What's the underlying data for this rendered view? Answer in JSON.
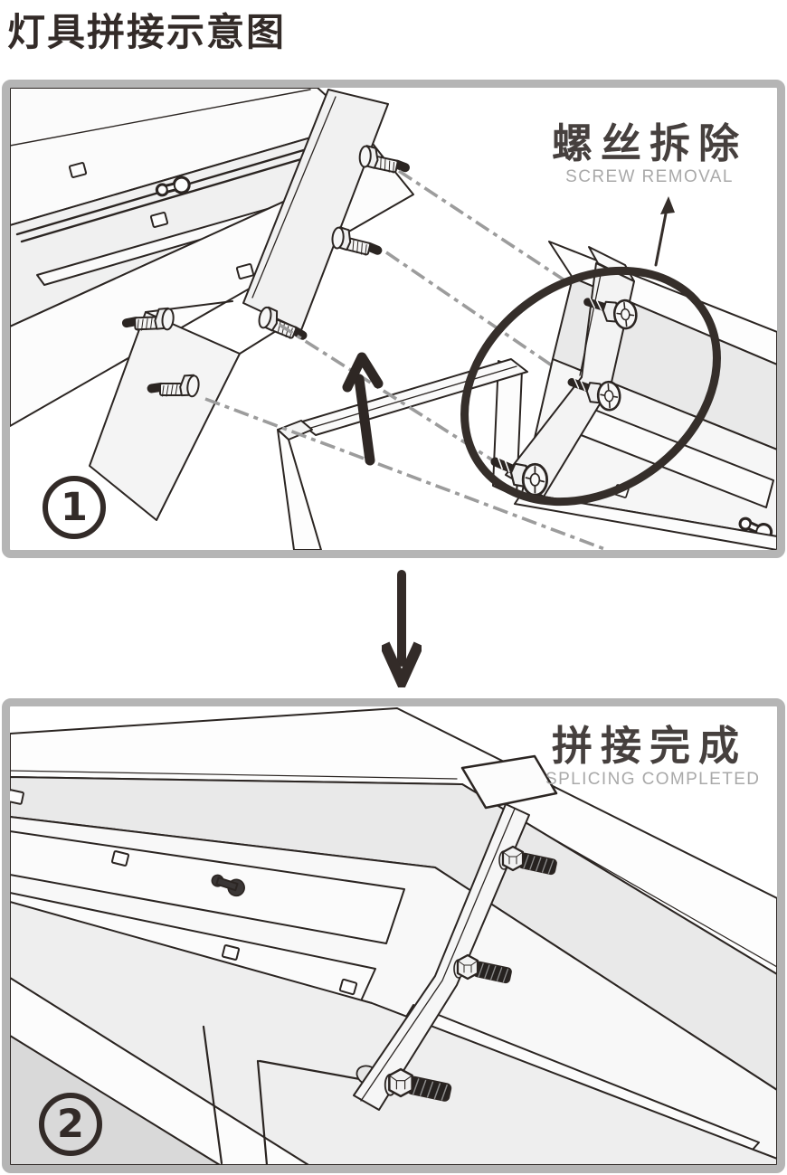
{
  "title": "灯具拼接示意图",
  "colors": {
    "ink": "#2b2522",
    "accent_dark": "#332b28",
    "label_zh": "#46403e",
    "label_en": "#a9a9a9",
    "dash_guide": "#9c9c9c",
    "panel_border": "#b5b5b5",
    "wall_shade": "#e9e9e9"
  },
  "flow": {
    "between_panels_icon": "down-arrow"
  },
  "panels": [
    {
      "step_number": "1",
      "label_zh": "螺丝拆除",
      "label_en": "SCREW REMOVAL",
      "icons": [
        "lift-direction-arrow",
        "screw-highlight-oval",
        "label-pointer-arrow",
        "alignment-dash-guides"
      ]
    },
    {
      "step_number": "2",
      "label_zh": "拼接完成",
      "label_en": "SPLICING COMPLETED",
      "icons": [
        "splice-strap",
        "bridge-plate"
      ]
    }
  ]
}
